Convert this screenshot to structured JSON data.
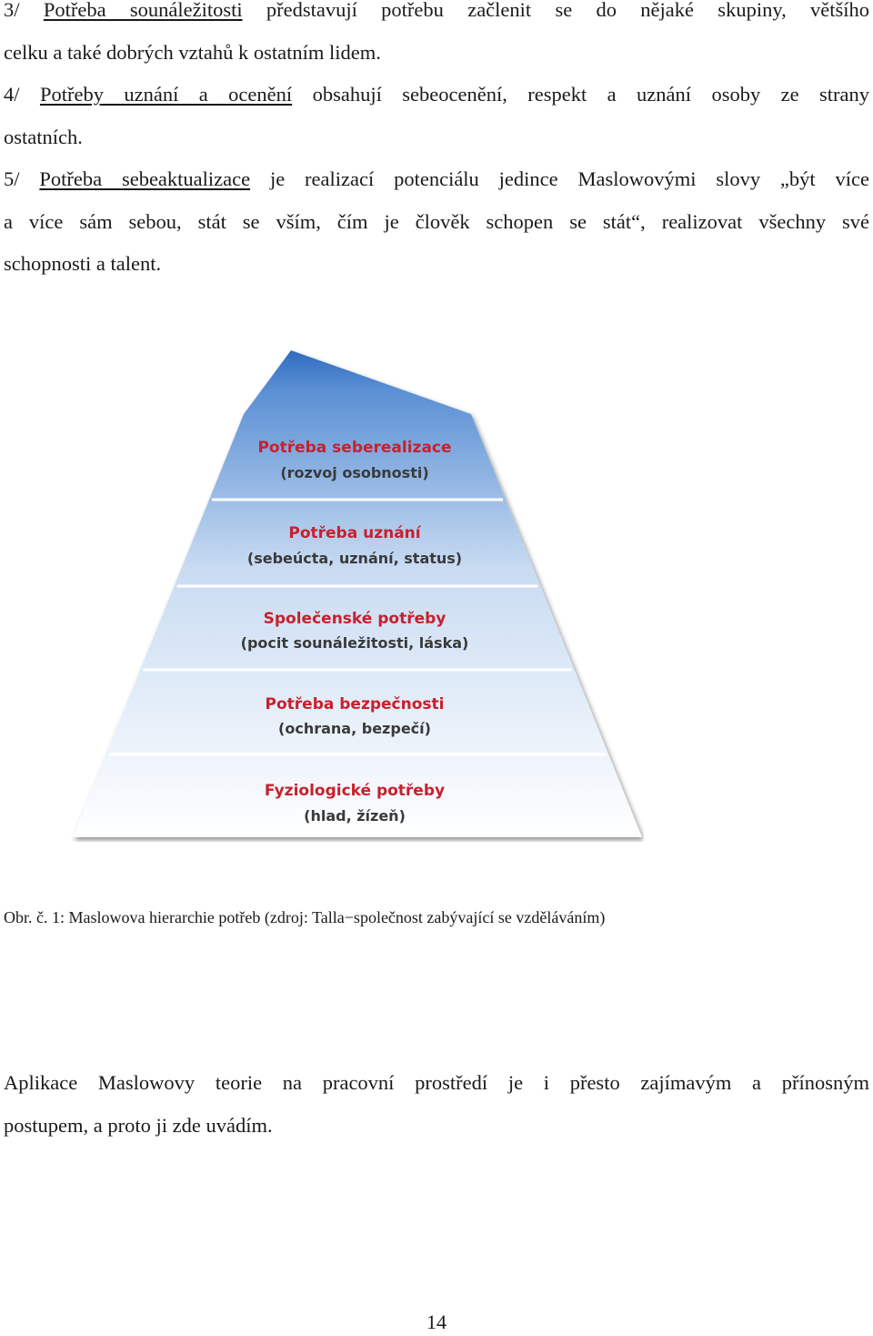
{
  "paragraphs": {
    "p3": {
      "prefix": "3/",
      "term": "Potřeba sounáležitosti",
      "line1_rest": "představují potřebu začlenit se do nějaké skupiny, většího",
      "line2": "celku a také dobrých vztahů k ostatním lidem."
    },
    "p4": {
      "prefix": "4/",
      "term": "Potřeby uznání a ocenění",
      "line1_rest": "obsahují sebeocenění, respekt a uznání osoby ze strany",
      "line2": "ostatních."
    },
    "p5": {
      "prefix": "5/",
      "term": "Potřeba sebeaktualizace",
      "line1_rest": "je realizací potenciálu jedince Maslowovými slovy „být více",
      "line2": "a více sám sebou, stát se vším, čím je člověk schopen se stát“, realizovat všechny své",
      "line3": "schopnosti a talent."
    }
  },
  "pyramid": {
    "title_color": "#c8202d",
    "subtitle_color": "#3a3a3a",
    "gradient_top": "#2f6bc0",
    "gradient_bottom": "#ffffff",
    "levels": [
      {
        "title": "Potřeba seberealizace",
        "subtitle": "(rozvoj osobnosti)"
      },
      {
        "title": "Potřeba uznání",
        "subtitle": "(sebeúcta, uznání, status)"
      },
      {
        "title": "Společenské potřeby",
        "subtitle": "(pocit sounáležitosti, láska)"
      },
      {
        "title": "Potřeba bezpečnosti",
        "subtitle": "(ochrana, bezpečí)"
      },
      {
        "title": "Fyziologické potřeby",
        "subtitle": "(hlad, žízeň)"
      }
    ]
  },
  "caption": "Obr. č. 1: Maslowova hierarchie potřeb (zdroj: Talla−společnost zabývající se vzděláváním)",
  "closing": {
    "line1": "Aplikace Maslowovy teorie na pracovní prostředí je i přesto zajímavým a přínosným",
    "line2": "postupem, a proto ji zde uvádím."
  },
  "page_number": "14"
}
